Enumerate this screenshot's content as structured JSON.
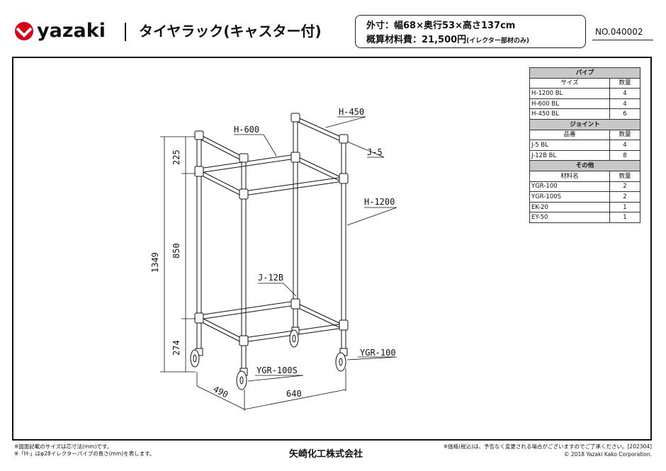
{
  "header": {
    "brand": "yazaki",
    "title": "タイヤラック(キャスター付)",
    "spec_size": "外寸：幅68×奥行53×高さ137cm",
    "spec_cost_label": "概算材料費：21,500円",
    "spec_cost_note": "(イレクター部材のみ)",
    "doc_no": "NO.040002"
  },
  "drawing": {
    "labels": {
      "h600": "H-600",
      "h450": "H-450",
      "j5": "J-5",
      "h1200": "H-1200",
      "j12b": "J-12B",
      "ygr100": "YGR-100",
      "ygr100s": "YGR-100S"
    },
    "dims": {
      "d225": "225",
      "d850": "850",
      "d274": "274",
      "d1349": "1349",
      "d490": "490",
      "d640": "640"
    }
  },
  "parts_table": {
    "col_qty": "数量",
    "sections": [
      {
        "title": "パイプ",
        "col_name": "サイズ",
        "rows": [
          {
            "name": "H-1200 BL",
            "qty": "4"
          },
          {
            "name": "H-600 BL",
            "qty": "4"
          },
          {
            "name": "H-450 BL",
            "qty": "6"
          }
        ]
      },
      {
        "title": "ジョイント",
        "col_name": "品番",
        "rows": [
          {
            "name": "J-5 BL",
            "qty": "4"
          },
          {
            "name": "J-12B BL",
            "qty": "8"
          }
        ]
      },
      {
        "title": "その他",
        "col_name": "材料名",
        "rows": [
          {
            "name": "YGR-100",
            "qty": "2"
          },
          {
            "name": "YGR-100S",
            "qty": "2"
          },
          {
            "name": "EK-20",
            "qty": "1"
          },
          {
            "name": "EY-50",
            "qty": "1"
          }
        ]
      }
    ]
  },
  "footer": {
    "note1": "※図面記載のサイズは芯寸法(mm)です。",
    "note2": "※「H-」はφ28イレクターパイプの長さ(mm)を表します。",
    "company": "矢崎化工株式会社",
    "price_note": "※価格(税込)は、予告なく変更される場合がございますのでご了承ください。[202304]",
    "copyright": "© 2018 Yazaki Kako Corporation."
  },
  "colors": {
    "brand_red": "#d7001b",
    "table_section_bg": "#c8c8c8"
  }
}
